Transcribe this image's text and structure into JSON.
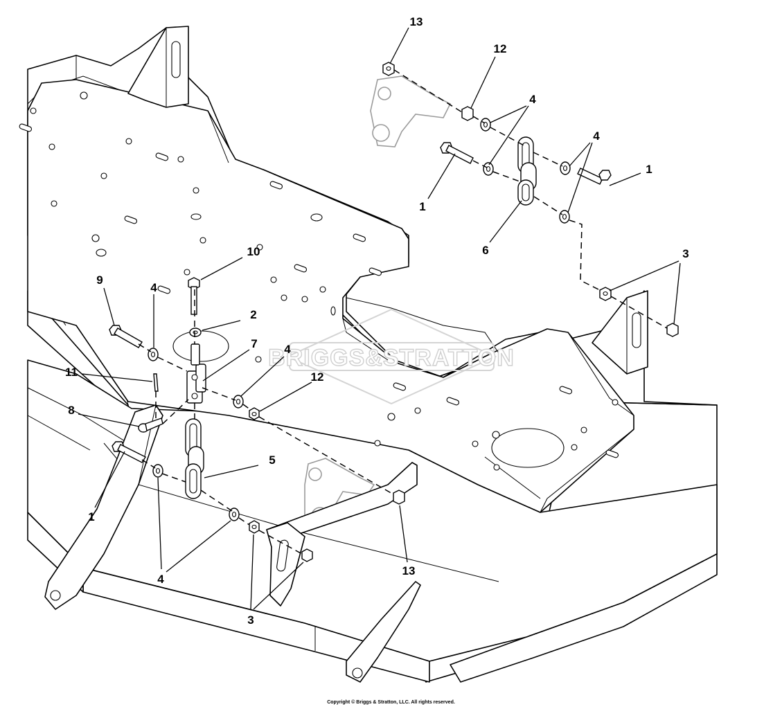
{
  "diagram": {
    "callouts": [
      {
        "id": "c13a",
        "text": "13"
      },
      {
        "id": "c12a",
        "text": "12"
      },
      {
        "id": "c4a",
        "text": "4"
      },
      {
        "id": "c4b",
        "text": "4"
      },
      {
        "id": "c1a",
        "text": "1"
      },
      {
        "id": "c1b",
        "text": "1"
      },
      {
        "id": "c6",
        "text": "6"
      },
      {
        "id": "c3a",
        "text": "3"
      },
      {
        "id": "c10",
        "text": "10"
      },
      {
        "id": "c9",
        "text": "9"
      },
      {
        "id": "c4c",
        "text": "4"
      },
      {
        "id": "c2",
        "text": "2"
      },
      {
        "id": "c7",
        "text": "7"
      },
      {
        "id": "c4d",
        "text": "4"
      },
      {
        "id": "c12b",
        "text": "12"
      },
      {
        "id": "c11",
        "text": "11"
      },
      {
        "id": "c8",
        "text": "8"
      },
      {
        "id": "c5",
        "text": "5"
      },
      {
        "id": "c1c",
        "text": "1"
      },
      {
        "id": "c4e",
        "text": "4"
      },
      {
        "id": "c3b",
        "text": "3"
      },
      {
        "id": "c13b",
        "text": "13"
      }
    ],
    "watermark_logo": "BRIGGS&STRATTON",
    "copyright": "Copyright © Briggs & Stratton, LLC. All rights reserved."
  }
}
